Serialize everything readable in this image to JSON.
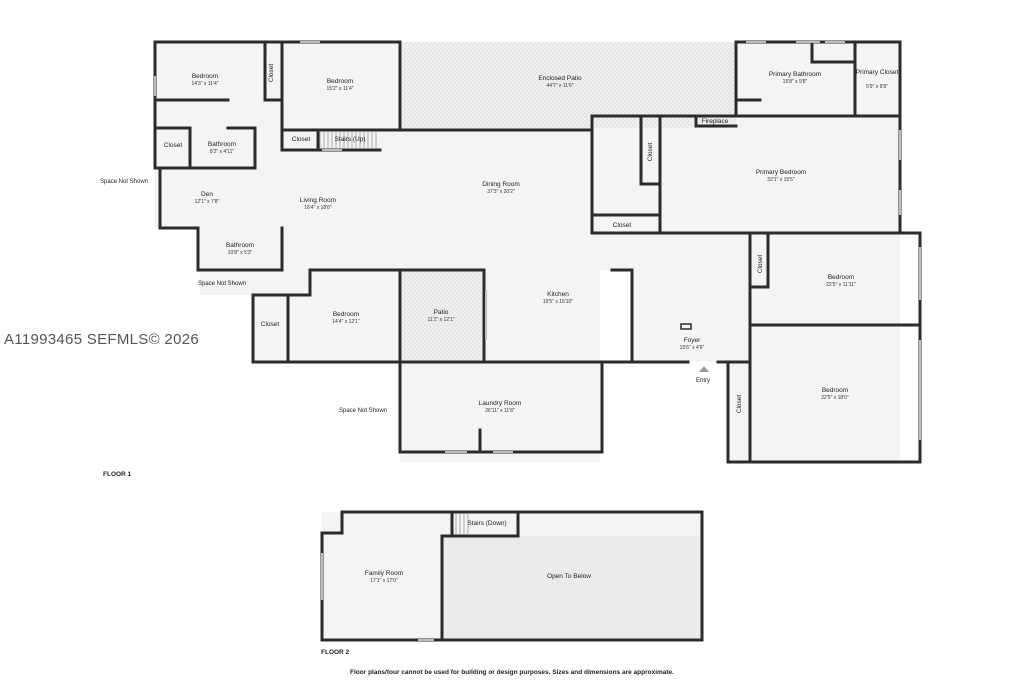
{
  "watermark": "A11993465  SEFMLS© 2026",
  "floor1": {
    "label": "FLOOR 1",
    "rooms": [
      {
        "name": "Bedroom",
        "dim": "14'3\" x 11'4\""
      },
      {
        "name": "Closet",
        "dim": ""
      },
      {
        "name": "Bedroom",
        "dim": "15'2\" x 11'4\""
      },
      {
        "name": "Enclosed Patio",
        "dim": "44'7\" x 11'6\""
      },
      {
        "name": "Primary Bathroom",
        "dim": "15'8\" x 9'8\""
      },
      {
        "name": "Primary Closet",
        "dim": "5'9\" x 9'8\""
      },
      {
        "name": "Closet",
        "dim": ""
      },
      {
        "name": "Bathroom",
        "dim": "8'2\" x 4'11\""
      },
      {
        "name": "Closet",
        "dim": ""
      },
      {
        "name": "Stairs (Up)",
        "dim": ""
      },
      {
        "name": "Fireplace",
        "dim": ""
      },
      {
        "name": "Closet",
        "dim": ""
      },
      {
        "name": "Primary Bedroom",
        "dim": "32'1\" x 15'5\""
      },
      {
        "name": "Den",
        "dim": "12'1\" x 7'8\""
      },
      {
        "name": "Living Room",
        "dim": "16'4\" x 18'6\""
      },
      {
        "name": "Dining Room",
        "dim": "37'3\" x 20'2\""
      },
      {
        "name": "Closet",
        "dim": ""
      },
      {
        "name": "Bathroom",
        "dim": "10'8\" x 5'3\""
      },
      {
        "name": "Closet",
        "dim": ""
      },
      {
        "name": "Bedroom",
        "dim": "22'5\" x 11'11\""
      },
      {
        "name": "Closet",
        "dim": ""
      },
      {
        "name": "Bedroom",
        "dim": "14'4\" x 12'1\""
      },
      {
        "name": "Patio",
        "dim": "11'1\" x 12'1\""
      },
      {
        "name": "Kitchen",
        "dim": "19'5\" x 16'10\""
      },
      {
        "name": "Foyer",
        "dim": "15'6\" x 4'6\""
      },
      {
        "name": "Laundry Room",
        "dim": "26'11\" x 11'8\""
      },
      {
        "name": "Closet",
        "dim": ""
      },
      {
        "name": "Bedroom",
        "dim": "22'5\" x 18'0\""
      }
    ],
    "notes": {
      "space_not_shown": "Space Not Shown",
      "entry": "Entry"
    }
  },
  "floor2": {
    "label": "FLOOR 2",
    "rooms": [
      {
        "name": "Stairs (Down)",
        "dim": ""
      },
      {
        "name": "Family Room",
        "dim": "17'1\" x 17'0\""
      },
      {
        "name": "Open To Below",
        "dim": ""
      }
    ]
  },
  "disclaimer": "Floor plans/tour cannot be used for building or design purposes. Sizes and dimensions are approximate.",
  "colors": {
    "wall": "#2b2b2b",
    "floor_fill": "#f2f2f2",
    "open_fill": "#ebebeb",
    "watermark": "#555555"
  }
}
